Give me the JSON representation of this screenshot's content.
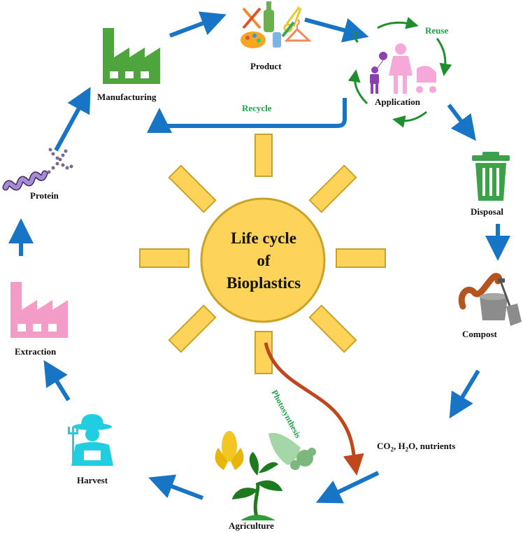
{
  "center": {
    "line1": "Life cycle",
    "line2": "of",
    "line3": "Bioplastics"
  },
  "stages": {
    "product": "Product",
    "application": "Application",
    "disposal": "Disposal",
    "compost": "Compost",
    "nutrients_prefix": "CO",
    "nutrients_sub1": "2",
    "nutrients_mid": ", H",
    "nutrients_sub2": "2",
    "nutrients_suffix": "O, nutrients",
    "agriculture": "Agriculture",
    "harvest": "Harvest",
    "extraction": "Extraction",
    "protein": "Protein",
    "manufacturing": "Manufacturing"
  },
  "annotations": {
    "reuse": "Reuse",
    "recycle": "Recycle",
    "photosynthesis": "Photosynthesis"
  },
  "colors": {
    "sun_fill": "#fdd35a",
    "sun_stroke": "#c9a227",
    "arrow_blue": "#1874c4",
    "factory_green": "#4ea53d",
    "factory_pink": "#f29cc7",
    "bin_green": "#3da14a",
    "photosynthesis_arrow": "#c0461b",
    "reuse_green": "#1f8f2e",
    "label_green": "#1fa24a",
    "farmer_cyan": "#21cde0",
    "protein_purple": "#a78bd4",
    "application_pink": "#f6a8d8",
    "application_purple": "#8b3fb0"
  },
  "icons": {
    "product": "tableware-bottle-hanger-icon",
    "application": "family-stroller-icon",
    "disposal": "trash-bin-icon",
    "compost": "worm-bucket-shovel-icon",
    "agriculture": "plant-seedling-icon",
    "crops": "corn-cornucopia-icon",
    "harvest": "farmer-icon",
    "extraction": "factory-icon",
    "protein": "protein-helix-icon",
    "manufacturing": "factory-icon"
  }
}
